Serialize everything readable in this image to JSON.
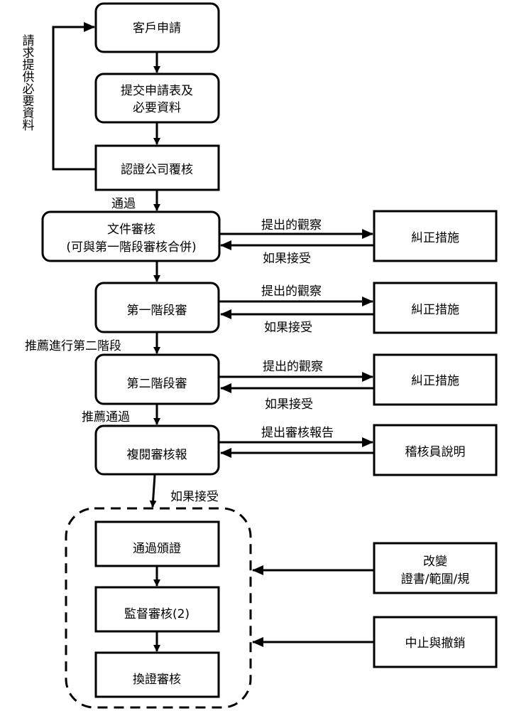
{
  "flow": {
    "customer_apply": "客戶申請",
    "submit_line1": "提交申請表及",
    "submit_line2": "必要資料",
    "cert_review": "認證公司覆核",
    "doc_review_line1": "文件審核",
    "doc_review_line2": "(可與第一階段審核合併)",
    "stage1": "第一階段審",
    "stage2": "第二階段審",
    "review_report": "複閱審核報",
    "pass_certificate": "通過頒證",
    "surveillance": "監督審核(2)",
    "recertification": "換證審核"
  },
  "side": {
    "corrective1": "糾正措施",
    "corrective2": "糾正措施",
    "corrective3": "糾正措施",
    "auditor_explain": "稽核員說明",
    "change_line1": "改變",
    "change_line2": "證書/範圍/規",
    "suspend_revoke": "中止與撤銷"
  },
  "labels": {
    "request_more": "請求提供必要資料",
    "pass": "通過",
    "raised1": "提出的觀察",
    "accept1": "如果接受",
    "raised2": "提出的觀察",
    "accept2": "如果接受",
    "recommend_stage2": "推薦進行第二階段",
    "raised3": "提出的觀察",
    "accept3": "如果接受",
    "recommend_pass": "推薦通過",
    "raise_report": "提出審核報告",
    "accept4": "如果接受"
  }
}
